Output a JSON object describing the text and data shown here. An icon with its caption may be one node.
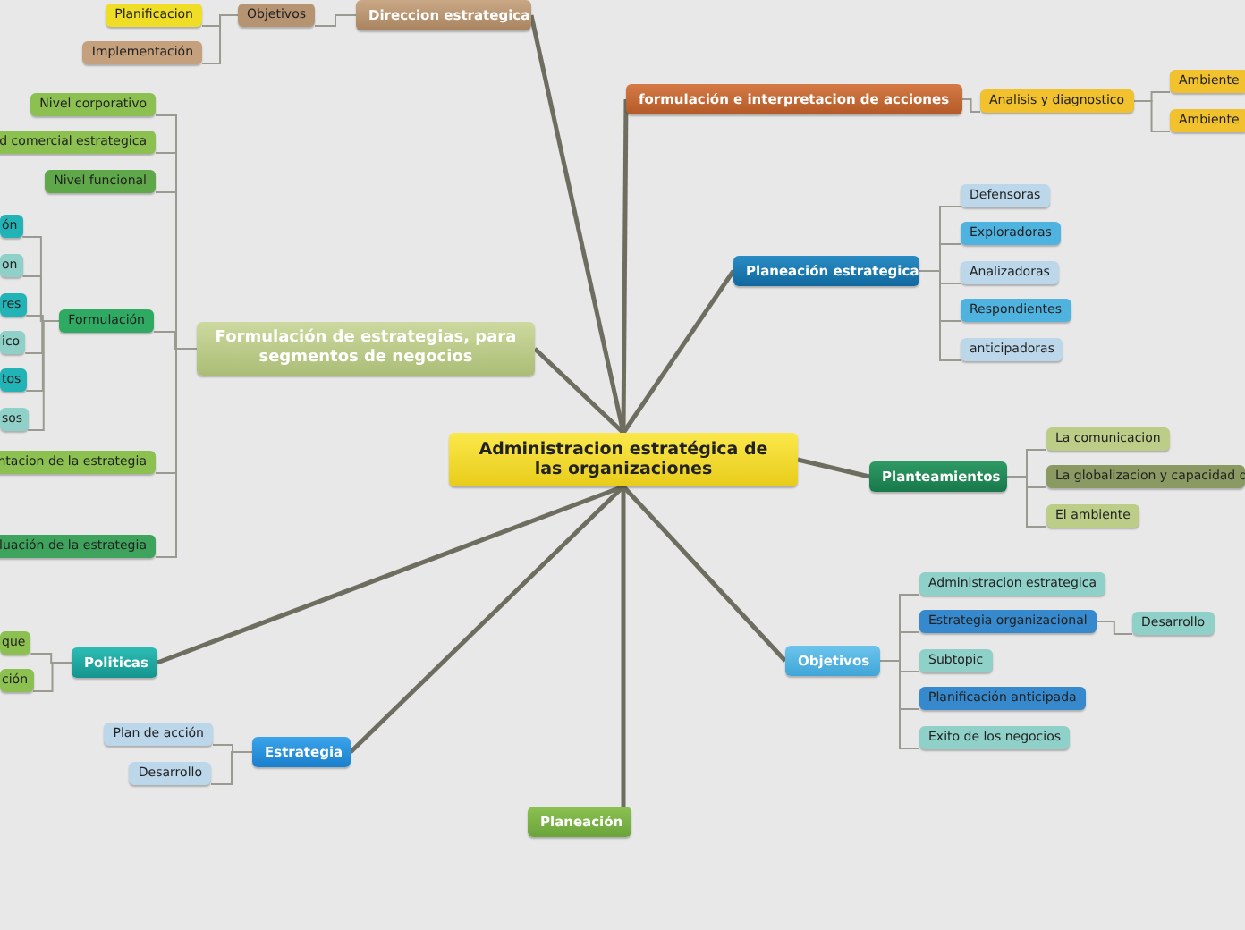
{
  "diagram": {
    "nodes": [
      {
        "text": [
          "Administracion estratégica de las organizaciones"
        ]
      },
      {
        "text": [
          "Direccion estrategica"
        ]
      },
      {
        "text": [
          "Objetivos"
        ]
      },
      {
        "text": [
          "Planificacion"
        ]
      },
      {
        "text": [
          "Implementación"
        ]
      },
      {
        "text": [
          "Formulación de estrategias, para segmentos de negocios"
        ]
      },
      {
        "text": [
          "Nivel corporativo"
        ]
      },
      {
        "text": [
          "d comercial estrategica"
        ]
      },
      {
        "text": [
          "Nivel funcional"
        ]
      },
      {
        "text": [
          "Formulación"
        ]
      },
      {
        "text": [
          "ón"
        ]
      },
      {
        "text": [
          "on"
        ]
      },
      {
        "text": [
          "res"
        ]
      },
      {
        "text": [
          "ico"
        ]
      },
      {
        "text": [
          "tos"
        ]
      },
      {
        "text": [
          "sos"
        ]
      },
      {
        "text": [
          "ntacion de la estrategia"
        ]
      },
      {
        "text": [
          "luación de la estrategia"
        ]
      },
      {
        "text": [
          "Politicas"
        ]
      },
      {
        "text": [
          "que"
        ]
      },
      {
        "text": [
          "ción"
        ]
      },
      {
        "text": [
          "Estrategia"
        ]
      },
      {
        "text": [
          "Plan de acción"
        ]
      },
      {
        "text": [
          "Desarrollo"
        ]
      },
      {
        "text": [
          "Planeación"
        ]
      },
      {
        "text": [
          "formulación e interpretacion de acciones"
        ]
      },
      {
        "text": [
          "Analisis y diagnostico"
        ]
      },
      {
        "text": [
          "Ambiente"
        ]
      },
      {
        "text": [
          "Ambiente"
        ]
      },
      {
        "text": [
          "Planeación estrategica"
        ]
      },
      {
        "text": [
          "Defensoras"
        ]
      },
      {
        "text": [
          "Exploradoras"
        ]
      },
      {
        "text": [
          "Analizadoras"
        ]
      },
      {
        "text": [
          "Respondientes"
        ]
      },
      {
        "text": [
          "anticipadoras"
        ]
      },
      {
        "text": [
          "Planteamientos"
        ]
      },
      {
        "text": [
          "La comunicacion"
        ]
      },
      {
        "text": [
          "La globalizacion y capacidad d"
        ]
      },
      {
        "text": [
          "El ambiente"
        ]
      },
      {
        "text": [
          "Objetivos"
        ]
      },
      {
        "text": [
          "Administracion estrategica"
        ]
      },
      {
        "text": [
          "Estrategia organizacional"
        ]
      },
      {
        "text": [
          "Subtopic"
        ]
      },
      {
        "text": [
          "Planificación anticipada"
        ]
      },
      {
        "text": [
          "Exito de los negocios"
        ]
      },
      {
        "text": [
          "Desarrollo"
        ]
      }
    ],
    "edges": [
      {
        "from": 0,
        "to": 1,
        "arrow": "none",
        "style": "thick"
      },
      {
        "from": 1,
        "to": 2,
        "arrow": "none"
      },
      {
        "from": 2,
        "to": 3,
        "arrow": "none"
      },
      {
        "from": 2,
        "to": 4,
        "arrow": "none"
      },
      {
        "from": 0,
        "to": 5,
        "arrow": "none",
        "style": "thick"
      },
      {
        "from": 5,
        "to": 6,
        "arrow": "none"
      },
      {
        "from": 5,
        "to": 7,
        "arrow": "none"
      },
      {
        "from": 5,
        "to": 8,
        "arrow": "none"
      },
      {
        "from": 5,
        "to": 9,
        "arrow": "none"
      },
      {
        "from": 9,
        "to": 10,
        "arrow": "none"
      },
      {
        "from": 9,
        "to": 11,
        "arrow": "none"
      },
      {
        "from": 9,
        "to": 12,
        "arrow": "none"
      },
      {
        "from": 9,
        "to": 13,
        "arrow": "none"
      },
      {
        "from": 9,
        "to": 14,
        "arrow": "none"
      },
      {
        "from": 9,
        "to": 15,
        "arrow": "none"
      },
      {
        "from": 5,
        "to": 16,
        "arrow": "none"
      },
      {
        "from": 5,
        "to": 17,
        "arrow": "none"
      },
      {
        "from": 0,
        "to": 18,
        "arrow": "none",
        "style": "thick"
      },
      {
        "from": 18,
        "to": 19,
        "arrow": "none"
      },
      {
        "from": 18,
        "to": 20,
        "arrow": "none"
      },
      {
        "from": 0,
        "to": 21,
        "arrow": "none",
        "style": "thick"
      },
      {
        "from": 21,
        "to": 22,
        "arrow": "none"
      },
      {
        "from": 21,
        "to": 23,
        "arrow": "none"
      },
      {
        "from": 0,
        "to": 24,
        "arrow": "none",
        "style": "thick"
      },
      {
        "from": 0,
        "to": 25,
        "arrow": "none",
        "style": "thick"
      },
      {
        "from": 25,
        "to": 26,
        "arrow": "none"
      },
      {
        "from": 26,
        "to": 27,
        "arrow": "none"
      },
      {
        "from": 26,
        "to": 28,
        "arrow": "none"
      },
      {
        "from": 0,
        "to": 29,
        "arrow": "none",
        "style": "thick"
      },
      {
        "from": 29,
        "to": 30,
        "arrow": "none"
      },
      {
        "from": 29,
        "to": 31,
        "arrow": "none"
      },
      {
        "from": 29,
        "to": 32,
        "arrow": "none"
      },
      {
        "from": 29,
        "to": 33,
        "arrow": "none"
      },
      {
        "from": 29,
        "to": 34,
        "arrow": "none"
      },
      {
        "from": 0,
        "to": 35,
        "arrow": "none",
        "style": "thick"
      },
      {
        "from": 35,
        "to": 36,
        "arrow": "none"
      },
      {
        "from": 35,
        "to": 37,
        "arrow": "none"
      },
      {
        "from": 35,
        "to": 38,
        "arrow": "none"
      },
      {
        "from": 0,
        "to": 39,
        "arrow": "none",
        "style": "thick"
      },
      {
        "from": 39,
        "to": 40,
        "arrow": "none"
      },
      {
        "from": 39,
        "to": 41,
        "arrow": "none"
      },
      {
        "from": 39,
        "to": 42,
        "arrow": "none"
      },
      {
        "from": 39,
        "to": 43,
        "arrow": "none"
      },
      {
        "from": 39,
        "to": 44,
        "arrow": "none"
      },
      {
        "from": 41,
        "to": 45,
        "arrow": "none"
      }
    ]
  }
}
